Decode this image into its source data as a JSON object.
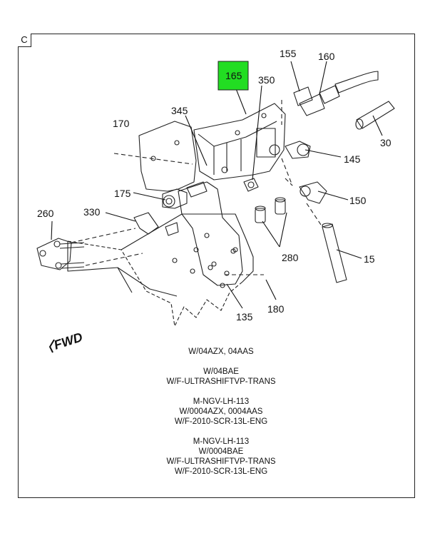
{
  "section_label": "C",
  "highlight_color": "#22dd22",
  "callouts": {
    "p165": "165",
    "p155": "155",
    "p160": "160",
    "p350": "350",
    "p345": "345",
    "p170": "170",
    "p30": "30",
    "p145": "145",
    "p175": "175",
    "p150": "150",
    "p260": "260",
    "p330": "330",
    "p280": "280",
    "p15": "15",
    "p180": "180",
    "p135": "135"
  },
  "fwd_label": "FWD",
  "notes": [
    [
      "W/04AZX, 04AAS"
    ],
    [
      "W/04BAE",
      "W/F-ULTRASHIFTVP-TRANS"
    ],
    [
      "M-NGV-LH-113",
      "W/0004AZX, 0004AAS",
      "W/F-2010-SCR-13L-ENG"
    ],
    [
      "M-NGV-LH-113",
      "W/0004BAE",
      "W/F-ULTRASHIFTVP-TRANS",
      "W/F-2010-SCR-13L-ENG"
    ]
  ]
}
